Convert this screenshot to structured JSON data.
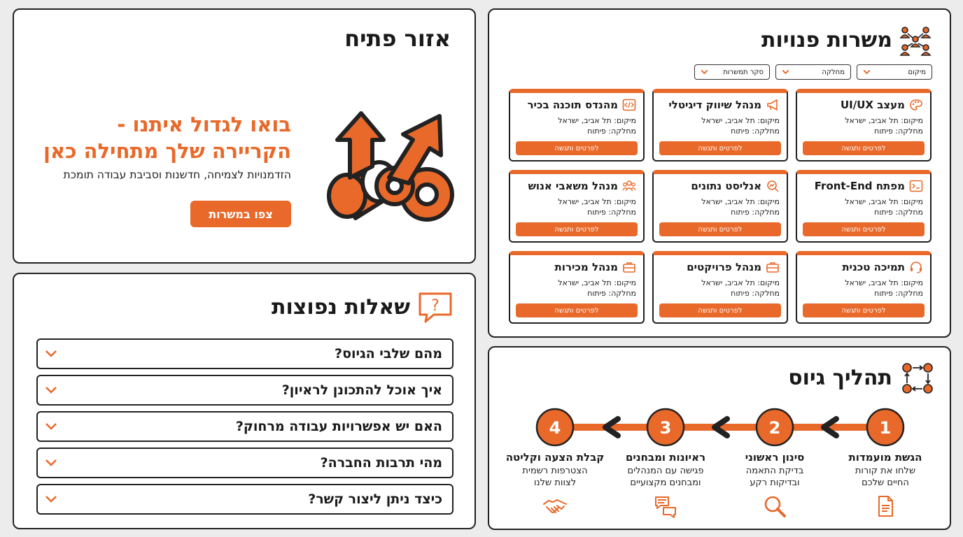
{
  "hero": {
    "title": "אזור פתיח",
    "headline_1": "בואו לגדול איתנו -",
    "headline_2": "הקריירה שלך מתחילה כאן",
    "subtitle": "הזדמנויות לצמיחה, חדשנות וסביבת עבודה תומכת",
    "cta": "צפו במשרות",
    "art_icon": "growth-arrows-icon"
  },
  "faq": {
    "title": "שאלות נפוצות",
    "icon": "question-bubble-icon",
    "items": [
      "מהם שלבי הגיוס?",
      "איך אוכל להתכונן לראיון?",
      "האם יש אפשרויות עבודה מרחוק?",
      "מהי תרבות החברה?",
      "כיצד ניתן ליצור קשר?"
    ]
  },
  "jobs": {
    "title": "משרות פנויות",
    "icon": "team-network-icon",
    "filters": [
      "סקר תמשרות",
      "מחלקה",
      "מיקום"
    ],
    "cards": [
      {
        "title": "מעצב UI/UX",
        "icon": "palette-icon",
        "location": "מיקום: תל אביב, ישראל",
        "dept": "מחלקה: פיתוח",
        "button": "לפרטים ותגשה"
      },
      {
        "title": "מנהל שיווק דיגיטלי",
        "icon": "megaphone-icon",
        "location": "מיקום: תל אביב, ישראל",
        "dept": "מחלקה: פיתוח",
        "button": "לפרטים ותגשה"
      },
      {
        "title": "מהנדס תוכנה בכיר",
        "icon": "code-icon",
        "location": "מיקום: תל אביב, ישראל",
        "dept": "מחלקה: פיתוח",
        "button": "לפרטים ותגשה"
      },
      {
        "title": "מפתח Front-End",
        "icon": "terminal-icon",
        "location": "מיקום: תל אביב, ישראל",
        "dept": "מחלקה: פיתוח",
        "button": "לפרטים ותגשה"
      },
      {
        "title": "אנליסט נתונים",
        "icon": "magnifier-chart-icon",
        "location": "מיקום: תל אביב, ישראל",
        "dept": "מחלקה: פיתוח",
        "button": "לפרטים ותגשה"
      },
      {
        "title": "מנהל משאבי אנוש",
        "icon": "people-icon",
        "location": "מיקום: תל אביב, ישראל",
        "dept": "מחלקה: פיתוח",
        "button": "לפרטים ותגשה"
      },
      {
        "title": "תמיכה טכנית",
        "icon": "headset-icon",
        "location": "מיקום: תל אביב, ישראל",
        "dept": "מחלקה: פיתוח",
        "button": "לפרטים ותגשה"
      },
      {
        "title": "מנהל פרויקטים",
        "icon": "briefcase-icon",
        "location": "מיקום: תל אביב, ישראל",
        "dept": "מחלקה: פיתוח",
        "button": "לפרטים ותגשה"
      },
      {
        "title": "מנהל מכירות",
        "icon": "briefcase-icon",
        "location": "מיקום: תל אביב, ישראל",
        "dept": "מחלקה: פיתוח",
        "button": "לפרטים ותגשה"
      }
    ]
  },
  "process": {
    "title": "תהליך גיוס",
    "icon": "process-cycle-icon",
    "steps": [
      {
        "num": "1",
        "title": "הגשת מועמדות",
        "desc_1": "שלחו את קורות",
        "desc_2": "החיים שלכם",
        "icon": "document-icon"
      },
      {
        "num": "2",
        "title": "סינון ראשוני",
        "desc_1": "בדיקת התאמה",
        "desc_2": "ובדיקות רקע",
        "icon": "magnifier-icon"
      },
      {
        "num": "3",
        "title": "ראיונות ומבחנים",
        "desc_1": "פגישה עם המנהלים",
        "desc_2": "ומבחנים מקצועיים",
        "icon": "chat-bubbles-icon"
      },
      {
        "num": "4",
        "title": "קבלת הצעה וקליטה",
        "desc_1": "הצטרפות רשמית",
        "desc_2": "לצוות שלנו",
        "icon": "handshake-icon"
      }
    ]
  },
  "colors": {
    "accent": "#e8692a",
    "ink": "#222222",
    "background": "#ececec"
  }
}
